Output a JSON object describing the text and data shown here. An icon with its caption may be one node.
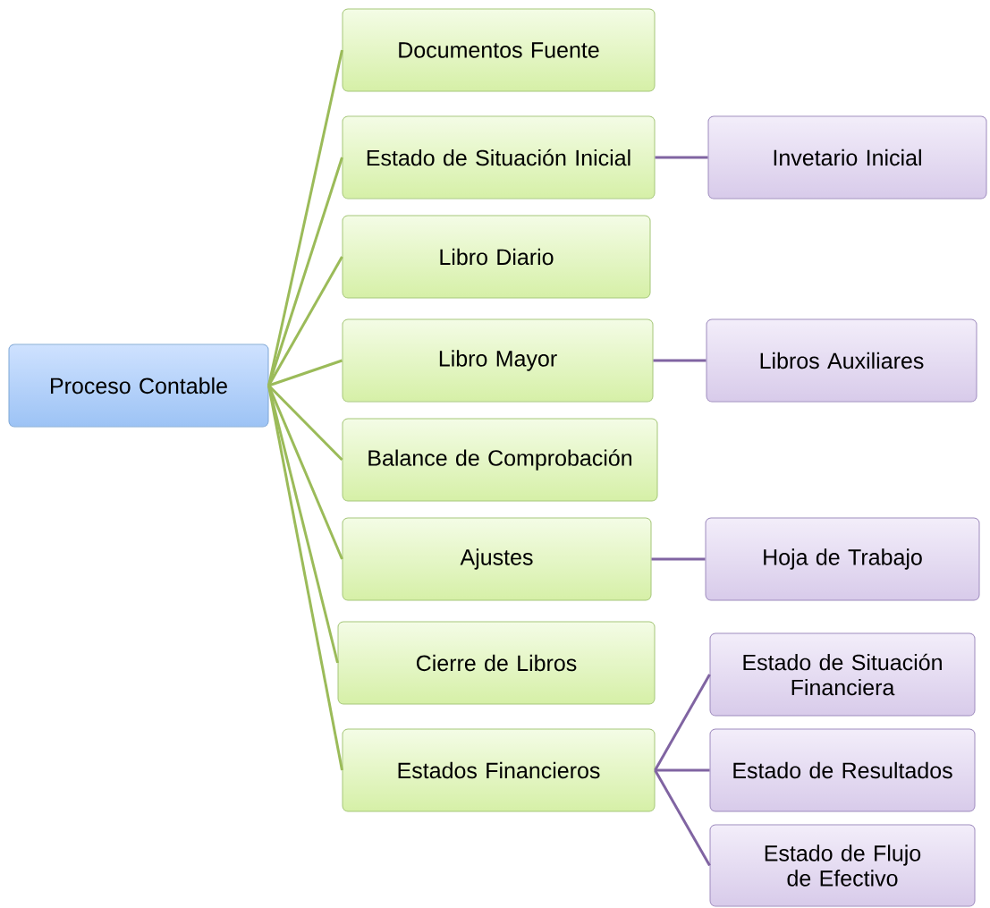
{
  "diagram": {
    "nodes": [
      {
        "text": [
          "Proceso Contable"
        ]
      },
      {
        "text": [
          "Documentos Fuente"
        ]
      },
      {
        "text": [
          "Estado de Situación Inicial"
        ]
      },
      {
        "text": [
          "Invetario Inicial"
        ]
      },
      {
        "text": [
          "Libro Diario"
        ]
      },
      {
        "text": [
          "Libro Mayor"
        ]
      },
      {
        "text": [
          "Libros Auxiliares"
        ]
      },
      {
        "text": [
          "Balance de Comprobación"
        ]
      },
      {
        "text": [
          "Ajustes"
        ]
      },
      {
        "text": [
          "Hoja de Trabajo"
        ]
      },
      {
        "text": [
          "Cierre de Libros"
        ]
      },
      {
        "text": [
          "Estados Financieros"
        ]
      },
      {
        "text": [
          "Estado de Situación Financiera"
        ]
      },
      {
        "text": [
          "Estado de Resultados"
        ]
      },
      {
        "text": [
          "Estado de Flujo de Efectivo"
        ]
      }
    ],
    "edges": [
      {
        "from": 0,
        "to": 1,
        "arrow": "none"
      },
      {
        "from": 0,
        "to": 2,
        "arrow": "none"
      },
      {
        "from": 0,
        "to": 4,
        "arrow": "none"
      },
      {
        "from": 0,
        "to": 5,
        "arrow": "none"
      },
      {
        "from": 0,
        "to": 7,
        "arrow": "none"
      },
      {
        "from": 0,
        "to": 8,
        "arrow": "none"
      },
      {
        "from": 0,
        "to": 10,
        "arrow": "none"
      },
      {
        "from": 0,
        "to": 11,
        "arrow": "none"
      },
      {
        "from": 2,
        "to": 3,
        "arrow": "none",
        "color": "#8064a2"
      },
      {
        "from": 5,
        "to": 6,
        "arrow": "none",
        "color": "#8064a2"
      },
      {
        "from": 8,
        "to": 9,
        "arrow": "none",
        "color": "#8064a2"
      },
      {
        "from": 11,
        "to": 12,
        "arrow": "none",
        "color": "#8064a2"
      },
      {
        "from": 11,
        "to": 13,
        "arrow": "none",
        "color": "#8064a2"
      },
      {
        "from": 11,
        "to": 14,
        "arrow": "none",
        "color": "#8064a2"
      }
    ]
  }
}
